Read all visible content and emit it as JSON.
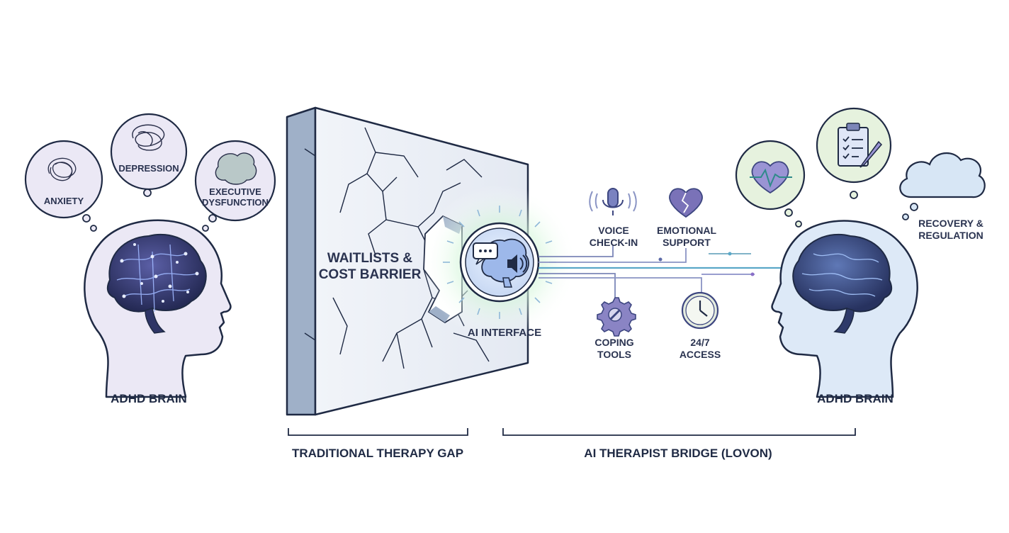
{
  "left": {
    "caption": "ADHD BRAIN",
    "bubbles": [
      "ANXIETY",
      "DEPRESSION",
      "EXECUTIVE",
      "DYSFUNCTION"
    ]
  },
  "wall": {
    "line1": "WAITLISTS &",
    "line2": "COST BARRIER"
  },
  "ai": {
    "label": "AI INTERFACE"
  },
  "features": {
    "voice_1": "VOICE",
    "voice_2": "CHECK-IN",
    "emotional_1": "EMOTIONAL",
    "emotional_2": "SUPPORT",
    "coping_1": "COPING",
    "coping_2": "TOOLS",
    "access_1": "24/7",
    "access_2": "ACCESS"
  },
  "right": {
    "caption": "ADHD BRAIN",
    "recovery_1": "RECOVERY &",
    "recovery_2": "REGULATION"
  },
  "bottom": {
    "gap_label": "TRADITIONAL THERAPY GAP",
    "bridge_label": "AI THERAPIST BRIDGE (LOVON)"
  },
  "colors": {
    "outline": "#1f2a44",
    "left_head": "#ebe8f5",
    "right_head": "#dde9f7",
    "brain_dark": "#2e3566",
    "glow": "#b9f0c0",
    "wall_face": "#eef1f7",
    "wall_side": "#9fb0c8"
  }
}
